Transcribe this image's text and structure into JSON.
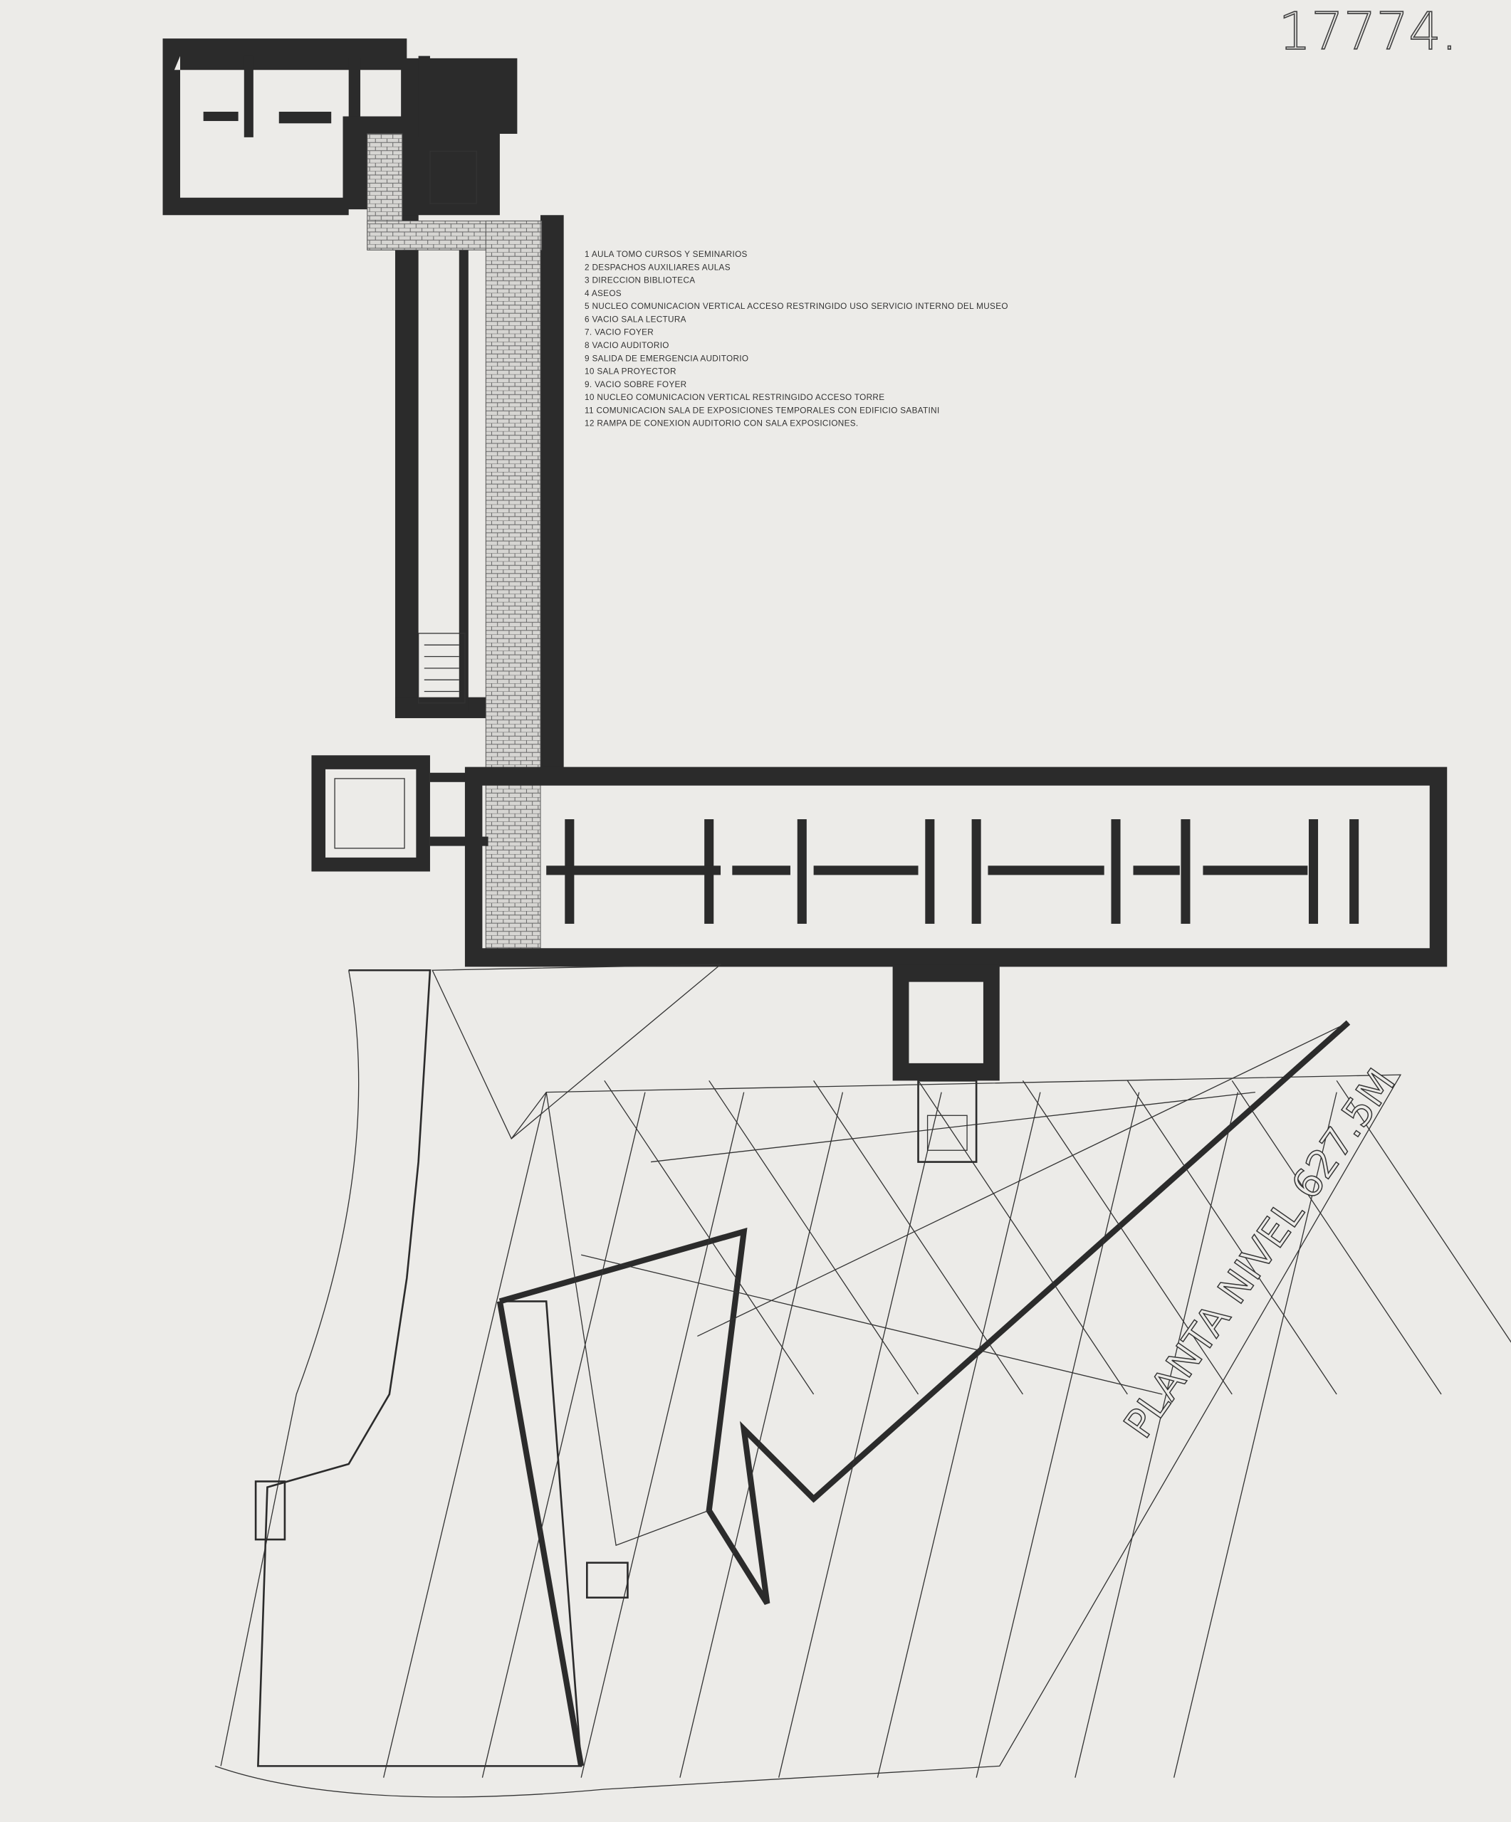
{
  "sheet_number": "17774.",
  "level_label": "PLANTA NIVEL 627.5M",
  "legend": [
    "1 AULA TOMO CURSOS Y SEMINARIOS",
    "2 DESPACHOS AUXILIARES AULAS",
    "3 DIRECCION BIBLIOTECA",
    "4 ASEOS",
    "5 NUCLEO COMUNICACION VERTICAL ACCESO RESTRINGIDO USO SERVICIO INTERNO DEL MUSEO",
    "6 VACIO SALA LECTURA",
    "7. VACIO FOYER",
    "8  VACIO AUDITORIO",
    "9 SALIDA DE EMERGENCIA AUDITORIO",
    "10 SALA PROYECTOR",
    "9. VACIO SOBRE FOYER",
    "10 NUCLEO COMUNICACION VERTICAL RESTRINGIDO ACCESO TORRE",
    "11 COMUNICACION SALA DE EXPOSICIONES TEMPORALES CON EDIFICIO SABATINI",
    "12 RAMPA DE CONEXION AUDITORIO CON SALA EXPOSICIONES."
  ]
}
